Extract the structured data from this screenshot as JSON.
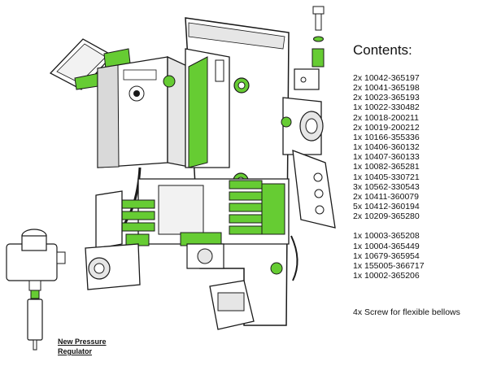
{
  "contents": {
    "title": "Contents:",
    "items": [
      "2x 10042-365197",
      "2x 10041-365198",
      "2x 10023-365193",
      "1x 10022-330482",
      "2x 10018-200211",
      "2x 10019-200212",
      "1x 10166-355336",
      "1x 10406-360132",
      "1x 10407-360133",
      "1x 10082-365281",
      "1x 10405-330721",
      "3x 10562-330543",
      "2x 10411-360079",
      "5x 10412-360194",
      "2x 10209-365280"
    ],
    "items_extra": [
      "1x 10003-365208",
      "1x 10004-365449",
      "1x 10679-365954",
      "1x 155005-366717",
      "1x 10002-365206"
    ],
    "note": "4x Screw for flexible bellows"
  },
  "regulator_label": {
    "line1": "New Pressure",
    "line2": "Regulator"
  },
  "colors": {
    "highlight": "#66cc33",
    "outline": "#1a1a1a",
    "body": "#ffffff",
    "shade": "#d9d9d9"
  }
}
